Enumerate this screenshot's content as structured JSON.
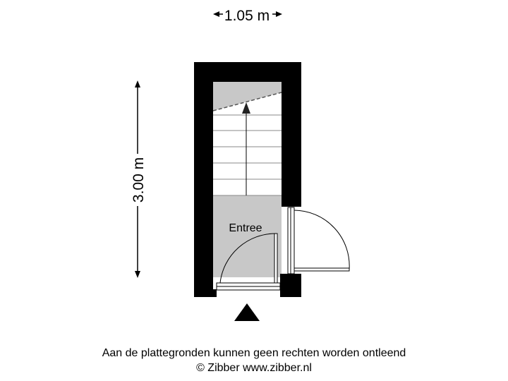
{
  "plan": {
    "width_label": "1.05 m",
    "height_label": "3.00 m",
    "rooms": [
      {
        "name": "Entree"
      }
    ],
    "colors": {
      "wall": "#000000",
      "floor": "#c8c8c8",
      "stair_tread": "#ffffff",
      "line": "#000000"
    }
  },
  "footer": {
    "disclaimer": "Aan de plattegronden kunnen geen rechten worden ontleend",
    "credit": "© Zibber www.zibber.nl"
  }
}
